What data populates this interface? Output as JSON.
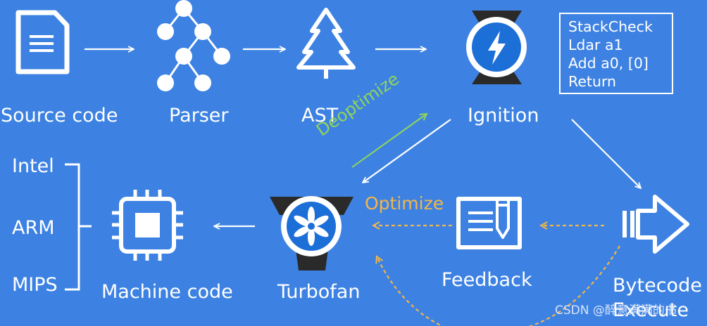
{
  "nodes": {
    "source_code": "Source code",
    "parser": "Parser",
    "ast": "AST",
    "ignition": "Ignition",
    "machine_code": "Machine code",
    "turbofan": "Turbofan",
    "feedback": "Feedback",
    "bytecode": "Bytecode",
    "execute": "Execute"
  },
  "bytecode_sample": [
    "StackCheck",
    "Ldar a1",
    "Add a0, [0]",
    "Return"
  ],
  "edges": {
    "deoptimize": "Deoptimize",
    "optimize": "Optimize"
  },
  "architectures": [
    "Intel",
    "ARM",
    "MIPS"
  ],
  "watermark": "CSDN @醉意满满的书",
  "colors": {
    "background": "#3d82e2",
    "deoptimize": "#8fd45a",
    "optimize": "#f2b54a",
    "foreground": "#ffffff"
  },
  "icons": [
    "document-icon",
    "tree-graph-icon",
    "pine-tree-icon",
    "hourglass-lightning-icon",
    "cpu-chip-icon",
    "turbine-fan-icon",
    "notepad-pen-icon",
    "execute-arrow-icon"
  ]
}
